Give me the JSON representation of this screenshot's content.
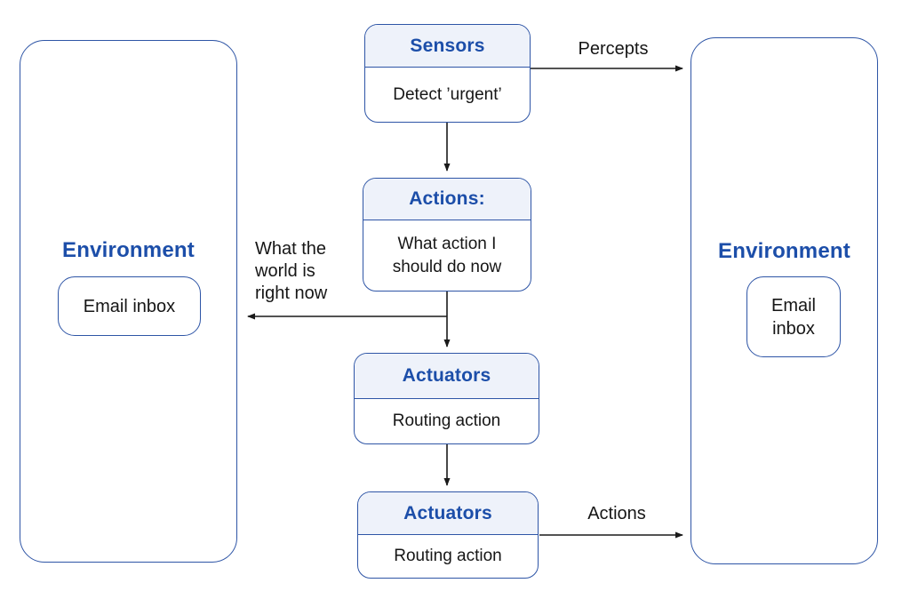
{
  "diagram": {
    "nodes": {
      "sensors": {
        "title": "Sensors",
        "body": "Detect ’urgent’"
      },
      "actions": {
        "title": "Actions:",
        "body": "What action I should do now"
      },
      "actuators_top": {
        "title": "Actuators",
        "body": "Routing action"
      },
      "actuators_bottom": {
        "title": "Actuators",
        "body": "Routing action"
      },
      "environment_left": {
        "title": "Environment",
        "item": "Email inbox"
      },
      "environment_right": {
        "title": "Environment",
        "item": "Email inbox"
      }
    },
    "edge_labels": {
      "percepts": "Percepts",
      "world_state": "What the world is right now",
      "actions": "Actions"
    },
    "colors": {
      "node_border": "#2e55a6",
      "header_fill": "#eef2fa",
      "header_text": "#1c4ea9",
      "body_text": "#161616",
      "arrow": "#1a1a1a",
      "background": "#ffffff"
    }
  }
}
